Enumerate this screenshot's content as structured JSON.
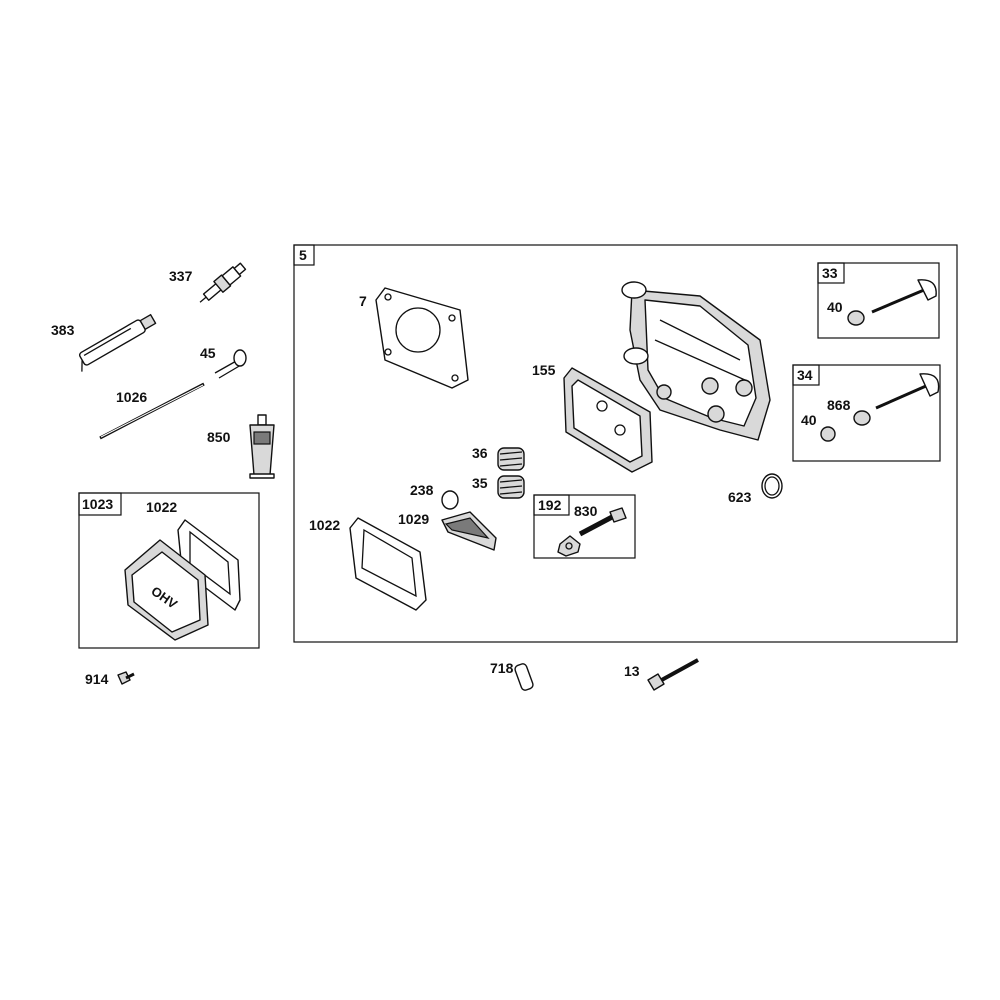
{
  "diagram": {
    "box_tags": {
      "main_box": "5",
      "valve_cover_box": "1023",
      "exhaust_valve_box": "33",
      "intake_valve_box": "34",
      "breather_box": "192"
    },
    "callouts": {
      "spark_plug": "337",
      "spark_plug_wrench": "383",
      "pushrod_guide": "45",
      "pushrod": "1026",
      "sealant_tube": "850",
      "cover_gasket_outer": "1022",
      "cover_screw": "914",
      "cylinder_gasket": "7",
      "cylinder_head": "155",
      "valve_spring_upper": "36",
      "valve_spring_lower": "35",
      "valve_seal": "238",
      "rocker_cover_gasket": "1022",
      "guide_plate": "1029",
      "breather_fitting": "830",
      "head_o_ring": "623",
      "exhaust_keeper": "40",
      "intake_keeper": "40",
      "intake_retainer": "868",
      "dowel_pin": "718",
      "head_bolt": "13"
    },
    "embossed_text": "OHV"
  }
}
